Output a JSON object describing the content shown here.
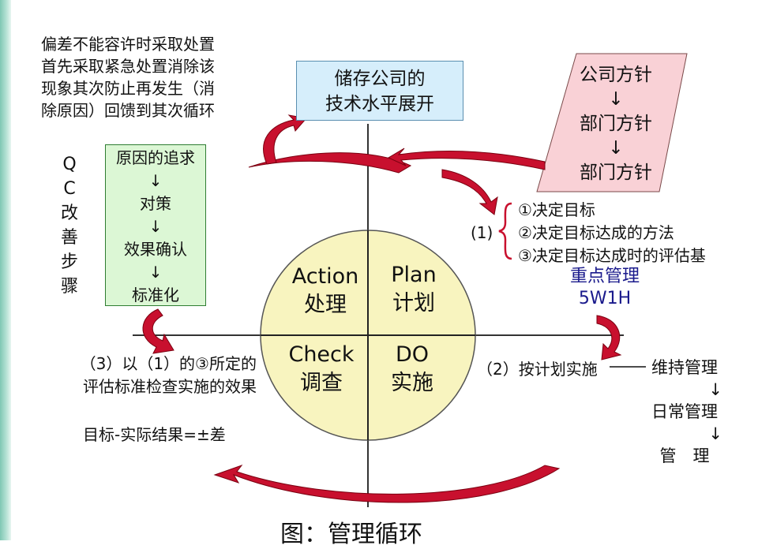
{
  "note": {
    "lines": [
      "偏差不能容许时采取处置",
      "首先采取紧急处置消除该",
      "现象其次防止再发生（消",
      "除原因）回馈到其次循环"
    ]
  },
  "tech_box": {
    "lines": [
      "储存公司的",
      "技术水平展开"
    ]
  },
  "policy_box": {
    "lines": [
      "公司方针",
      "↓",
      "部门方针",
      "↓",
      "部门方针"
    ]
  },
  "qc_label": [
    "Q",
    "C",
    "改",
    "善",
    "步",
    "骤"
  ],
  "qc_box": {
    "lines": [
      "原因的追求",
      "↓",
      "对策",
      "↓",
      "效果确认",
      "↓",
      "标准化"
    ]
  },
  "step1": {
    "label": "(1)",
    "items": [
      "①决定目标",
      "②决定目标达成的方法",
      "③决定目标达成时的评估基"
    ]
  },
  "key_mgmt": {
    "line1": "重点管理",
    "line2": "5W1H"
  },
  "quadrants": {
    "action": {
      "en": "Action",
      "zh": "处理"
    },
    "plan": {
      "en": "Plan",
      "zh": "计划"
    },
    "check": {
      "en": "Check",
      "zh": "调查"
    },
    "do": {
      "en": "DO",
      "zh": "实施"
    }
  },
  "step2": {
    "text": "（2）按计划实施"
  },
  "maintenance": {
    "lines": [
      "维持管理",
      "↓",
      "日常管理",
      "↓",
      "管　理"
    ]
  },
  "step3": {
    "lines": [
      "（3）以（1）的③所定的",
      "评估标准检查实施的效果"
    ]
  },
  "result": {
    "text": "目标-实际结果=±差"
  },
  "caption": {
    "text": "图：管理循环"
  },
  "colors": {
    "arrow_red": "#c8102e",
    "circle_fill": "#f8f4bf",
    "tech_box_fill": "#d6eefb",
    "qc_box_fill": "#dcf7d5",
    "policy_fill": "#f9d1d6",
    "key_mgmt_text": "#1a1a8c"
  }
}
